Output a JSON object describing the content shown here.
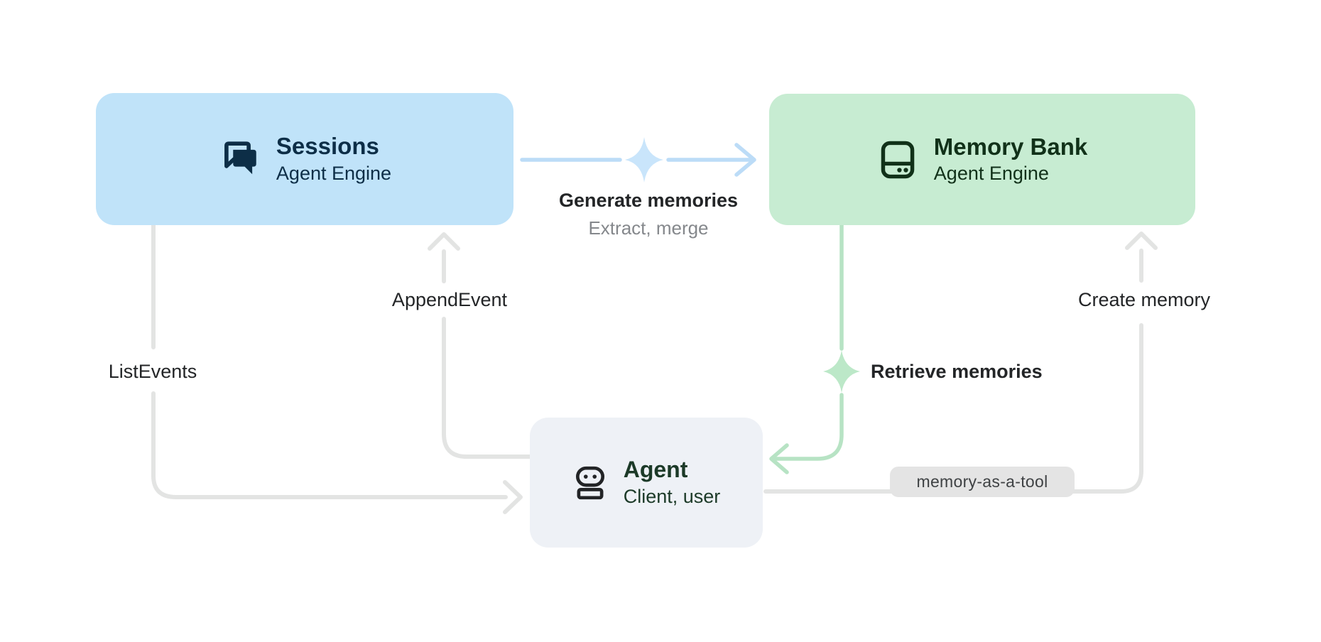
{
  "diagram": {
    "nodes": {
      "sessions": {
        "title": "Sessions",
        "subtitle": "Agent Engine",
        "icon": "chat-forum-icon",
        "bg": "#c0e3f9",
        "fg": "#0d2e47"
      },
      "memory_bank": {
        "title": "Memory Bank",
        "subtitle": "Agent Engine",
        "icon": "storage-icon",
        "bg": "#c7ecd2",
        "fg": "#113119"
      },
      "agent": {
        "title": "Agent",
        "subtitle": "Client, user",
        "icon": "robot-icon",
        "bg": "#eef1f6",
        "fg": "#1c3a28"
      }
    },
    "edges": {
      "generate_memories": {
        "label": "Generate memories",
        "sublabel": "Extract, merge",
        "from": "sessions",
        "to": "memory_bank",
        "color": "#bcdcf7",
        "marker": "sparkle-icon"
      },
      "append_event": {
        "label": "AppendEvent",
        "from": "agent",
        "to": "sessions",
        "color": "#e3e4e3"
      },
      "list_events": {
        "label": "ListEvents",
        "from": "sessions",
        "to": "agent",
        "color": "#e3e4e3"
      },
      "retrieve_memories": {
        "label": "Retrieve memories",
        "from": "memory_bank",
        "to": "agent",
        "color": "#b7e3c4",
        "marker": "sparkle-icon"
      },
      "create_memory": {
        "label": "Create memory",
        "from": "agent",
        "to": "memory_bank",
        "color": "#e3e4e3"
      },
      "memory_as_a_tool": {
        "badge": "memory-as-a-tool",
        "from": "agent",
        "to": "memory_bank",
        "badge_bg": "#e4e4e4",
        "badge_fg": "#3f4244"
      }
    }
  }
}
